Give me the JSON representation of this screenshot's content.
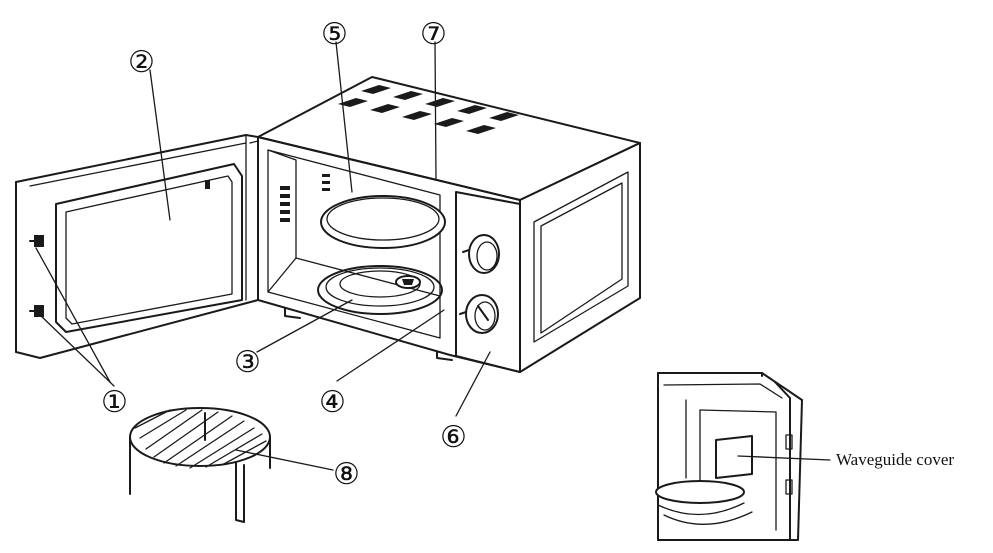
{
  "diagram": {
    "callouts": [
      {
        "id": "1",
        "label": "①"
      },
      {
        "id": "2",
        "label": "②"
      },
      {
        "id": "3",
        "label": "③"
      },
      {
        "id": "4",
        "label": "④"
      },
      {
        "id": "5",
        "label": "⑤"
      },
      {
        "id": "6",
        "label": "⑥"
      },
      {
        "id": "7",
        "label": "⑦"
      },
      {
        "id": "8",
        "label": "⑧"
      }
    ],
    "inset": {
      "label": "Waveguide cover"
    }
  }
}
